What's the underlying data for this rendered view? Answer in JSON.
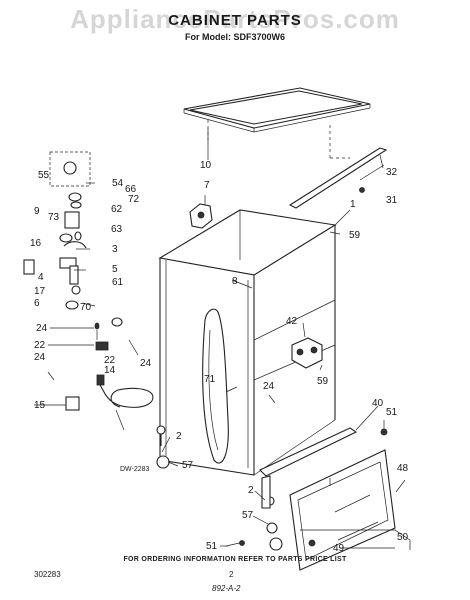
{
  "watermark": "AppliancePartsPros.com",
  "title": "CABINET PARTS",
  "model_line": "For Model: SDF3700W6",
  "diagram_code": "DW-2283",
  "footer": "FOR ORDERING INFORMATION REFER TO PARTS PRICE LIST",
  "doc_number": "302283",
  "page_number": "2",
  "handwritten_note": "892-A-2",
  "callouts": [
    "10",
    "7",
    "32",
    "31",
    "1",
    "59",
    "55",
    "54",
    "66",
    "72",
    "9",
    "73",
    "62",
    "63",
    "16",
    "3",
    "4",
    "5",
    "17",
    "61",
    "6",
    "70",
    "8",
    "42",
    "24",
    "22",
    "22",
    "24",
    "24",
    "59",
    "14",
    "71",
    "24",
    "15",
    "2",
    "57",
    "40",
    "51",
    "48",
    "2",
    "57",
    "49",
    "50",
    "51"
  ]
}
